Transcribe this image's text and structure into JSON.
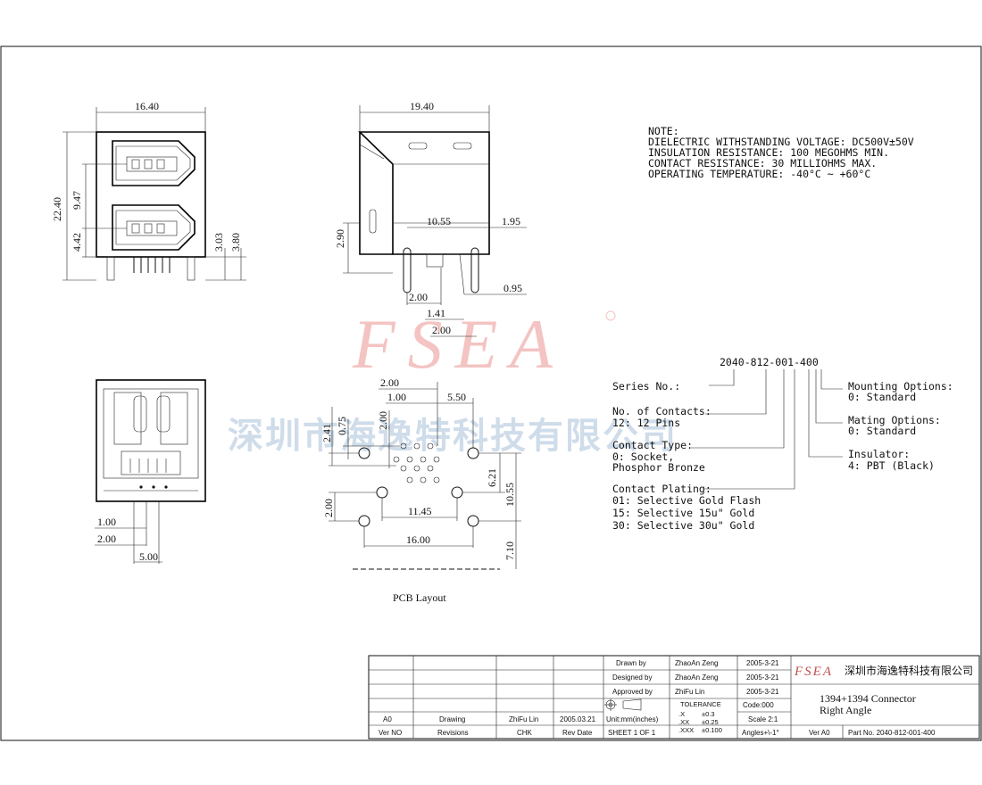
{
  "watermark": {
    "logo_text": "FSEA",
    "company_cn": "深圳市海逸特科技有限公司"
  },
  "front_view": {
    "dims": {
      "width": "16.40",
      "height": "22.40",
      "port_pitch": "9.47",
      "lower_offset": "4.42",
      "dim_303": "3.03",
      "dim_380": "3.80"
    }
  },
  "side_view": {
    "dims": {
      "depth": "19.40",
      "d_1055": "10.55",
      "d_195": "1.95",
      "d_290": "2.90",
      "d_200a": "2.00",
      "d_095": "0.95",
      "d_141": "1.41",
      "d_200b": "2.00"
    }
  },
  "bottom_view": {
    "dims": {
      "d_100": "1.00",
      "d_200": "2.00",
      "d_500": "5.00"
    }
  },
  "pcb_layout": {
    "label": "PCB Layout",
    "dims": {
      "d_200_top": "2.00",
      "d_100": "1.00",
      "d_550": "5.50",
      "d_241": "2.41",
      "d_075": "0.75",
      "d_200_v": "2.00",
      "d_621": "6.21",
      "d_1055": "10.55",
      "d_200_left": "2.00",
      "d_1145": "11.45",
      "d_1600": "16.00",
      "d_710": "7.10"
    }
  },
  "notes": {
    "title": "NOTE:",
    "lines": [
      "DIELECTRIC WITHSTANDING VOLTAGE: DC500V±50V",
      "INSULATION RESISTANCE: 100 MEGOHMS MIN.",
      "CONTACT RESISTANCE: 30 MILLIOHMS MAX.",
      "OPERATING TEMPERATURE: -40°C ~ +60°C"
    ]
  },
  "part_number": {
    "code": "2040-812-001-400",
    "series": "Series No.:",
    "contacts_title": "No. of Contacts:",
    "contacts_value": "12: 12 Pins",
    "contact_type_title": "Contact Type:",
    "contact_type_lines": [
      "0: Socket,",
      "   Phosphor Bronze"
    ],
    "plating_title": "Contact Plating:",
    "plating_lines": [
      "01: Selective Gold Flash",
      "15: Selective 15u\" Gold",
      "30: Selective 30u\" Gold"
    ],
    "mounting_title": "Mounting Options:",
    "mounting_value": "0: Standard",
    "mating_title": "Mating Options:",
    "mating_value": "0: Standard",
    "insulator_title": "Insulator:",
    "insulator_value": "4: PBT (Black)"
  },
  "title_block": {
    "drawn_label": "Drawn  by",
    "drawn_name": "ZhaoAn Zeng",
    "drawn_date": "2005-3-21",
    "designed_label": "Designed by",
    "designed_name": "ZhaoAn Zeng",
    "designed_date": "2005-3-21",
    "approved_label": "Approved by",
    "approved_name": "ZhiFu Lin",
    "approved_date": "2005-3-21",
    "rev_values": [
      "A0",
      "Drawing",
      "ZhiFu Lin",
      "2005.03.21"
    ],
    "rev_headers": [
      "Ver NO",
      "Revisions",
      "CHK",
      "Rev Date"
    ],
    "units": "Unit:mm(inches)",
    "sheet": "SHEET 1 OF 1",
    "tolerance_title": "TOLERANCE",
    "tol_x": ".X",
    "tol_x_val": "±0.3",
    "tol_xx": ".XX",
    "tol_xx_val": "±0.25",
    "tol_xxx": ".XXX",
    "tol_xxx_val": "±0.100",
    "code": "Code:000",
    "scale": "Scale 2:1",
    "angles": "Angles+\\-1°",
    "logo": "FSEA",
    "company": "深圳市海逸特科技有限公司",
    "product_line1": "1394+1394 Connector",
    "product_line2": "Right Angle",
    "ver": "Ver A0",
    "part_no": "Part No. 2040-812-001-400"
  }
}
